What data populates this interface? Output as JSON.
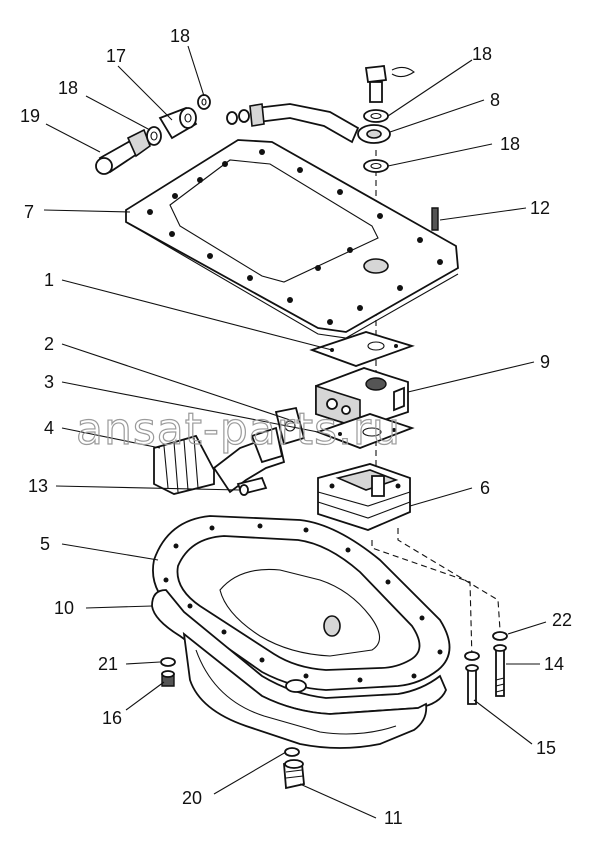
{
  "watermark": "ansat-parts.ru",
  "callouts": {
    "c1": "1",
    "c2": "2",
    "c3": "3",
    "c4": "4",
    "c5": "5",
    "c6": "6",
    "c7": "7",
    "c8": "8",
    "c9": "9",
    "c10": "10",
    "c11": "11",
    "c12": "12",
    "c13": "13",
    "c14": "14",
    "c15": "15",
    "c16": "16",
    "c17": "17",
    "c18a": "18",
    "c18b": "18",
    "c18c": "18",
    "c18d": "18",
    "c19": "19",
    "c20": "20",
    "c21": "21",
    "c22": "22"
  }
}
